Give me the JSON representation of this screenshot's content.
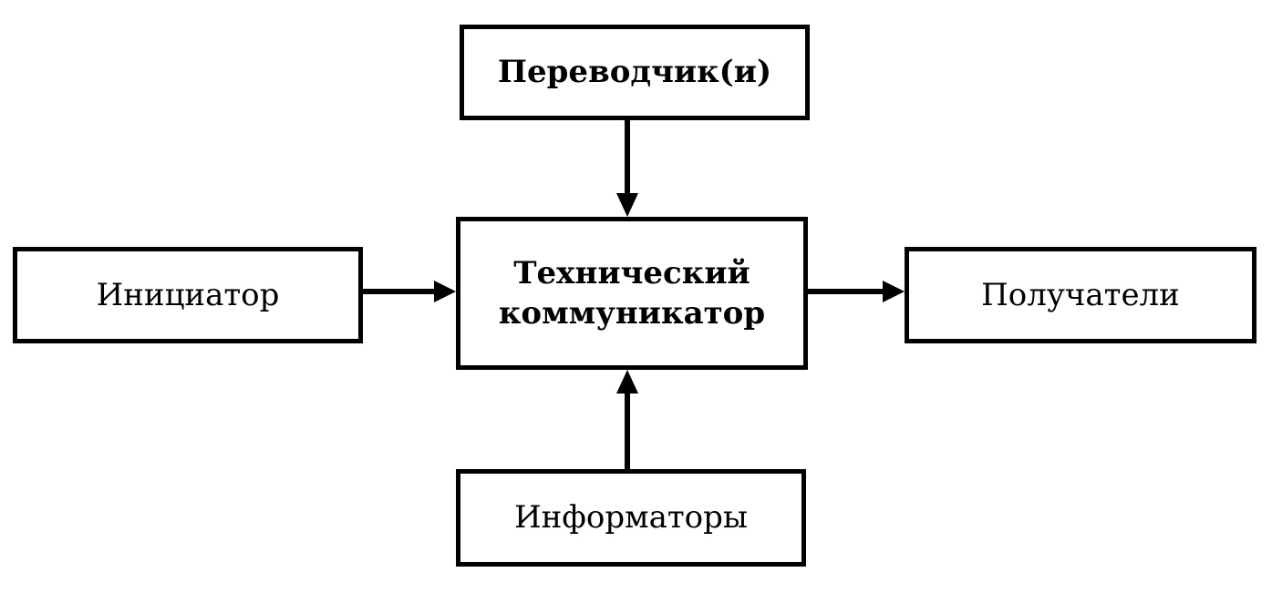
{
  "diagram": {
    "nodes": {
      "translator": {
        "label": "Переводчик(и)"
      },
      "center": {
        "line1": "Технический",
        "line2": "коммуникатор"
      },
      "initiator": {
        "label": "Инициатор"
      },
      "recipients": {
        "label": "Получатели"
      },
      "informants": {
        "label": "Информаторы"
      }
    },
    "edges": [
      {
        "from": "translator",
        "to": "center"
      },
      {
        "from": "initiator",
        "to": "center"
      },
      {
        "from": "center",
        "to": "recipients"
      },
      {
        "from": "informants",
        "to": "center"
      }
    ],
    "colors": {
      "stroke": "#000000",
      "fill": "#ffffff"
    }
  }
}
